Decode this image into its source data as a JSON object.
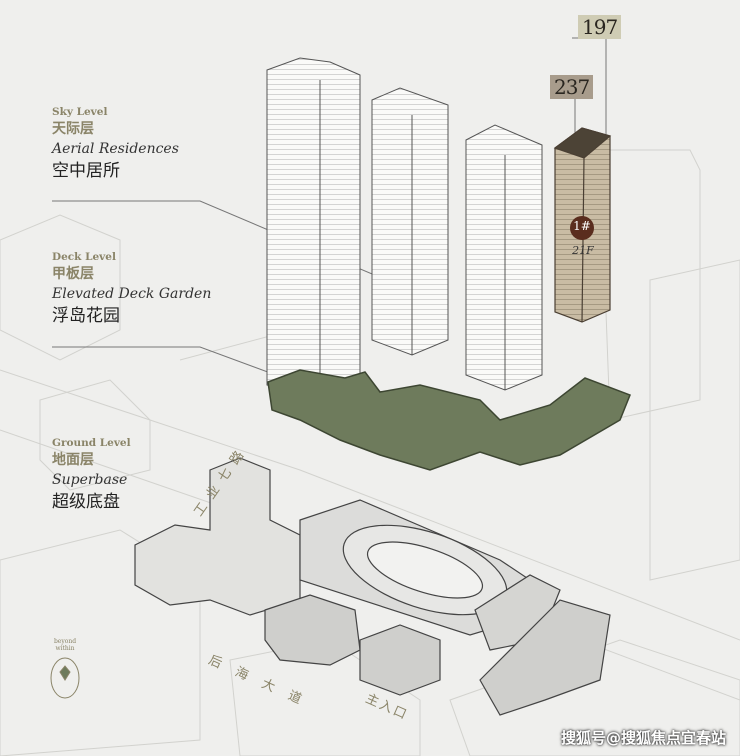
{
  "levels": [
    {
      "en": "Sky Level",
      "cn": "天际层",
      "sub": "Aerial Residences",
      "cn2": "空中居所"
    },
    {
      "en": "Deck Level",
      "cn": "甲板层",
      "sub": "Elevated Deck Garden",
      "cn2": "浮岛花园"
    },
    {
      "en": "Ground Level",
      "cn": "地面层",
      "sub": "Superbase",
      "cn2": "超级底盘"
    }
  ],
  "height_tags": {
    "tag_197": "197",
    "tag_237": "237"
  },
  "tower": {
    "number": "1#",
    "floors": "21F"
  },
  "roads": {
    "road_1": "工业七路",
    "road_2": "后海大道",
    "entrance": "主入口"
  },
  "logo": {
    "line1": "beyond",
    "line2": "within"
  },
  "watermark": "搜狐号@搜狐焦点宜春站",
  "colors": {
    "deck_green": "#6e7b5c",
    "tower_brown": "#b9ab92",
    "tag_light": "#cfccb4",
    "tag_dark": "#a89c8c"
  }
}
